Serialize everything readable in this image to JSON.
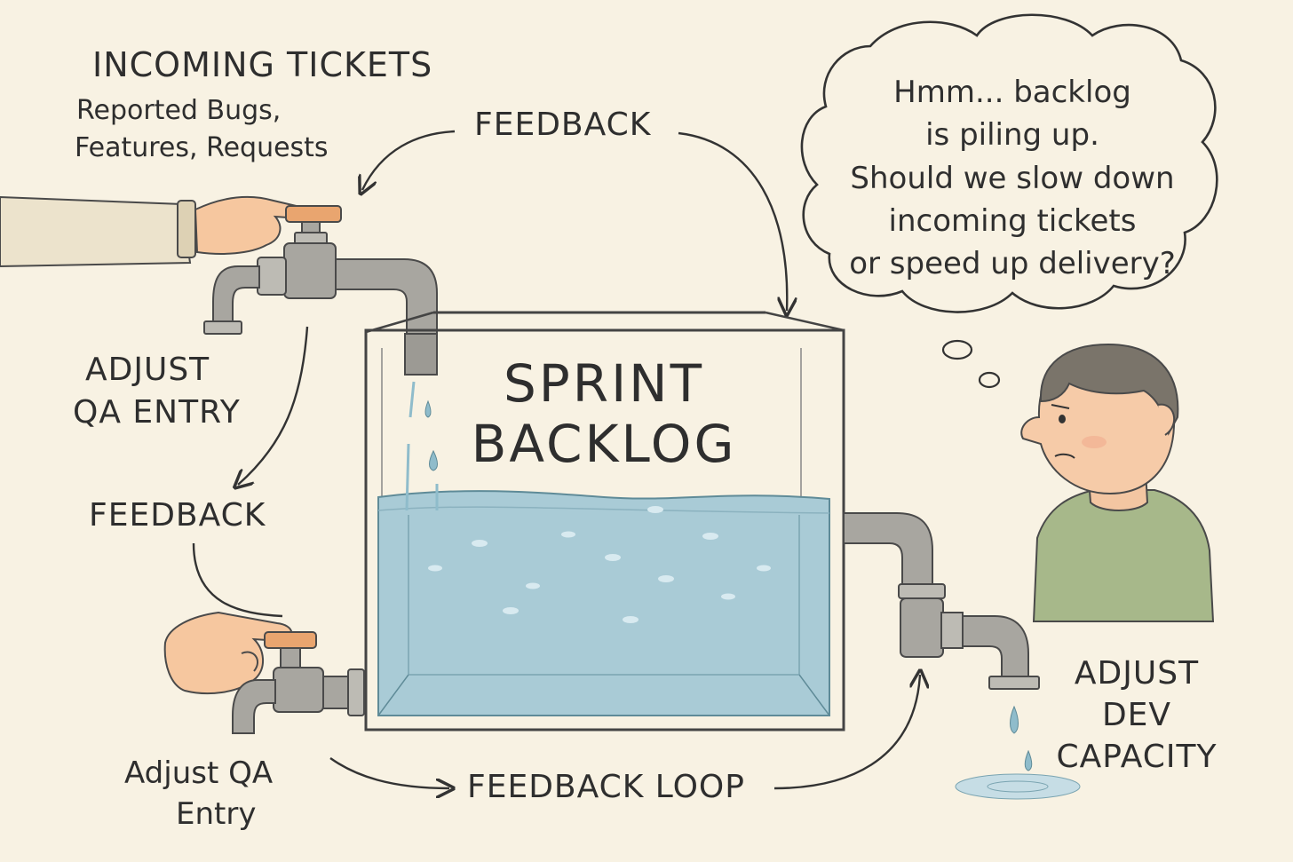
{
  "incoming": {
    "title": "INCOMING TICKETS",
    "line1": "Reported Bugs,",
    "line2": "Features, Requests"
  },
  "feedback_top": "FEEDBACK",
  "adjust_qa_upper": {
    "line1": "ADJUST",
    "line2": "QA ENTRY"
  },
  "feedback_left": "FEEDBACK",
  "adjust_qa_lower": {
    "line1": "Adjust QA",
    "line2": "Entry"
  },
  "feedback_loop": "FEEDBACK LOOP",
  "tank": {
    "line1": "SPRINT",
    "line2": "BACKLOG"
  },
  "thought": {
    "line1": "Hmm... backlog",
    "line2": "is piling up.",
    "line3": "Should we slow down",
    "line4": "incoming tickets",
    "line5": "or speed up delivery?"
  },
  "adjust_dev": {
    "line1": "ADJUST",
    "line2": "DEV",
    "line3": "CAPACITY"
  },
  "colors": {
    "background": "#f8f2e3",
    "water": "#a9cbd6",
    "pipe": "#a8a6a0",
    "valve_handle": "#e9a56f",
    "shirt": "#a7b88a"
  }
}
